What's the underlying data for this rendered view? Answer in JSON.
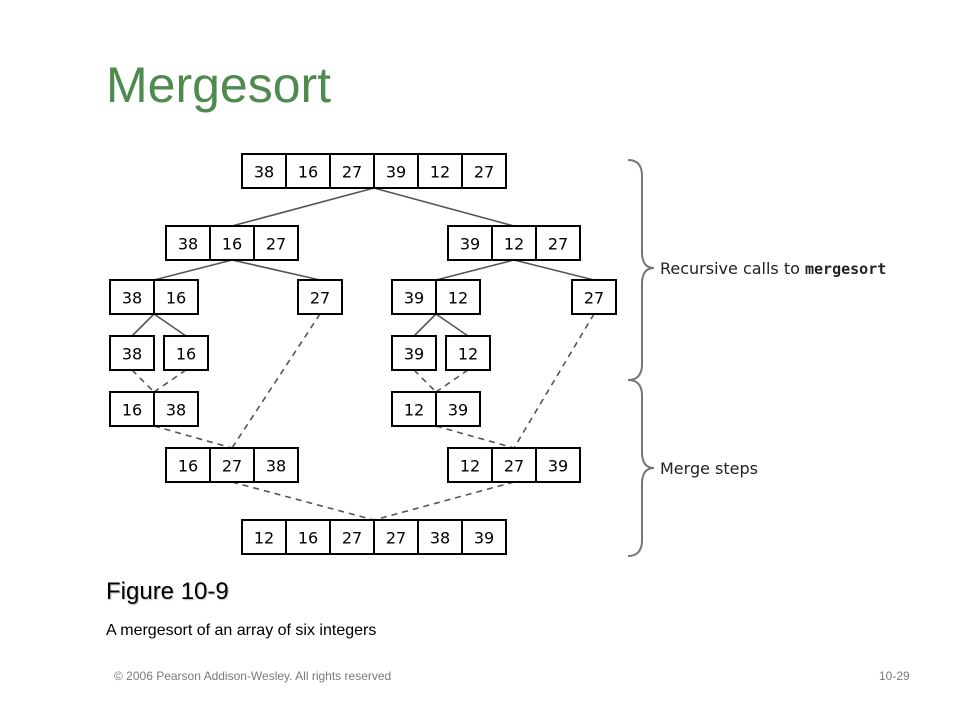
{
  "title": "Mergesort",
  "figure": {
    "rows": [
      {
        "kind": "split",
        "arrays": [
          [
            38,
            16,
            27,
            39,
            12,
            27
          ]
        ]
      },
      {
        "kind": "split",
        "arrays": [
          [
            38,
            16,
            27
          ],
          [
            39,
            12,
            27
          ]
        ]
      },
      {
        "kind": "split",
        "arrays": [
          [
            38,
            16
          ],
          [
            27
          ],
          [
            39,
            12
          ],
          [
            27
          ]
        ]
      },
      {
        "kind": "split",
        "arrays": [
          [
            38
          ],
          [
            16
          ],
          [
            39
          ],
          [
            12
          ]
        ]
      },
      {
        "kind": "merge",
        "arrays": [
          [
            16,
            38
          ],
          [
            12,
            39
          ]
        ]
      },
      {
        "kind": "merge",
        "arrays": [
          [
            16,
            27,
            38
          ],
          [
            12,
            27,
            39
          ]
        ]
      },
      {
        "kind": "merge",
        "arrays": [
          [
            12,
            16,
            27,
            27,
            38,
            39
          ]
        ]
      }
    ],
    "brace_labels": {
      "recursive_prefix": "Recursive calls to ",
      "recursive_code": "mergesort",
      "merge": "Merge steps"
    }
  },
  "caption": {
    "figure_number": "Figure 10-9",
    "text": "A mergesort of an array of six integers"
  },
  "footer": {
    "copyright": "© 2006 Pearson Addison-Wesley. All rights reserved",
    "page": "10-29"
  }
}
